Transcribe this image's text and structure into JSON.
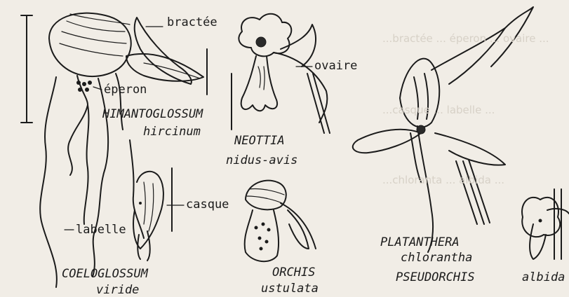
{
  "background_text": [
    "...bractée ... éperon ... ovaire ...",
    "...casque ... labelle ...",
    "...chloranta ... albida ..."
  ],
  "labels": {
    "bractee": "bractée",
    "eperon": "éperon",
    "ovaire": "ovaire",
    "casque": "casque",
    "labelle": "labelle"
  },
  "species": {
    "himantoglossum_genus": "HIMANTOGLOSSUM",
    "himantoglossum_species": "hircinum",
    "neottia_genus": "NEOTTIA",
    "neottia_species": "nidus-avis",
    "coeloglossum_genus": "COELOGLOSSUM",
    "coeloglossum_species": "viride",
    "orchis_genus": "ORCHIS",
    "orchis_species": "ustulata",
    "platanthera_genus": "PLATANTHERA",
    "platanthera_species": "chlorantha",
    "pseudorchis_genus": "PSEUDORCHIS",
    "pseudorchis_species": "albida"
  },
  "colors": {
    "paper": "#f1ede6",
    "ink": "#1b1b1b"
  }
}
